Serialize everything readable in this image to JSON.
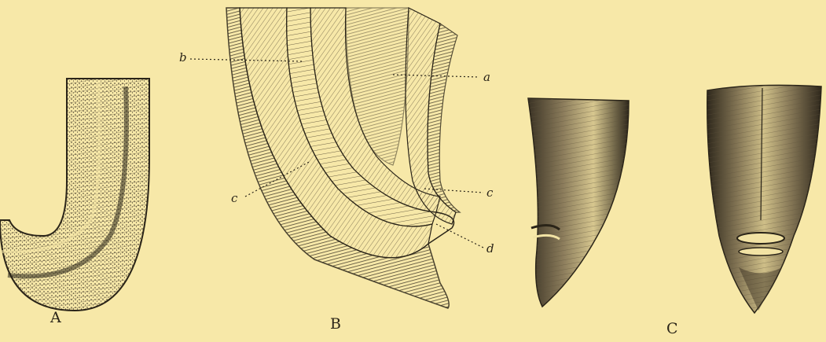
{
  "figures": [
    {
      "id": "A",
      "label": "A"
    },
    {
      "id": "B",
      "label": "B"
    },
    {
      "id": "C",
      "label": "C"
    }
  ],
  "callouts": {
    "a": "a",
    "b": "b",
    "c": "c",
    "c2": "c",
    "d": "d"
  },
  "colors": {
    "paper": "#f7e8a8",
    "ink": "#2a2418",
    "mid": "#6e6046",
    "dark": "#3b3124"
  }
}
